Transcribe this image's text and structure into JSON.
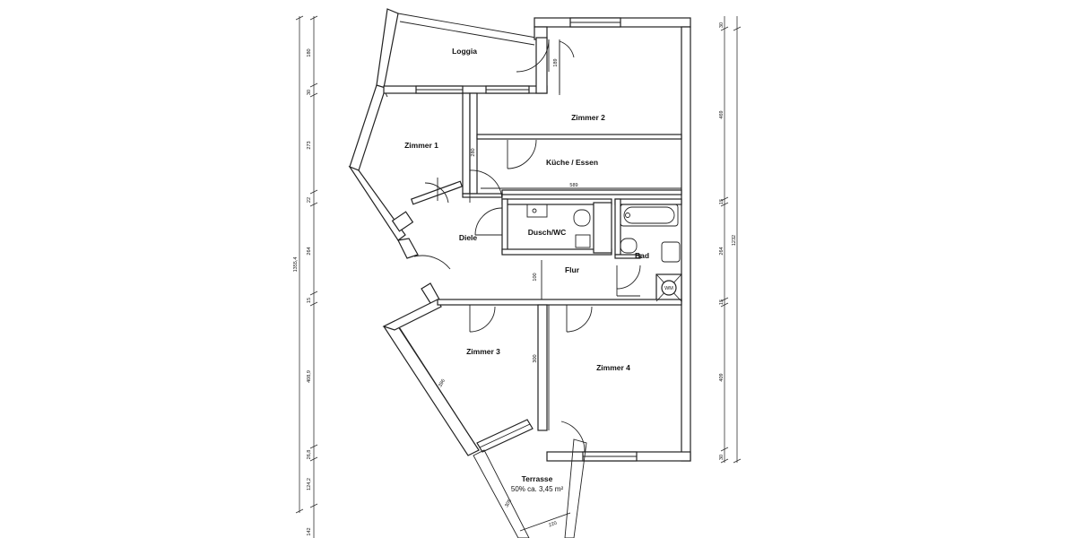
{
  "rooms": {
    "loggia": "Loggia",
    "zimmer1": "Zimmer 1",
    "zimmer2": "Zimmer 2",
    "kueche": "Küche / Essen",
    "diele": "Diele",
    "dusch": "Dusch/WC",
    "bad": "Bad",
    "flur": "Flur",
    "zimmer3": "Zimmer 3",
    "zimmer4": "Zimmer 4",
    "terrasse": "Terrasse",
    "terrasse_area": "50% ca. 3,45 m²",
    "wm": "WM"
  },
  "dimensions": {
    "left": [
      "180",
      "30",
      "273",
      "22",
      "264",
      "15",
      "408,9",
      "26,8",
      "124,2",
      "142"
    ],
    "left_total": "1355,4",
    "right": [
      "30",
      "469",
      "15",
      "264",
      "15",
      "409",
      "30"
    ],
    "right_total": "1232",
    "inner": {
      "d189": "189",
      "d280": "280",
      "d589": "589",
      "d100": "100",
      "d300": "300",
      "d396": "396",
      "d220": "220",
      "d305": "305"
    }
  }
}
